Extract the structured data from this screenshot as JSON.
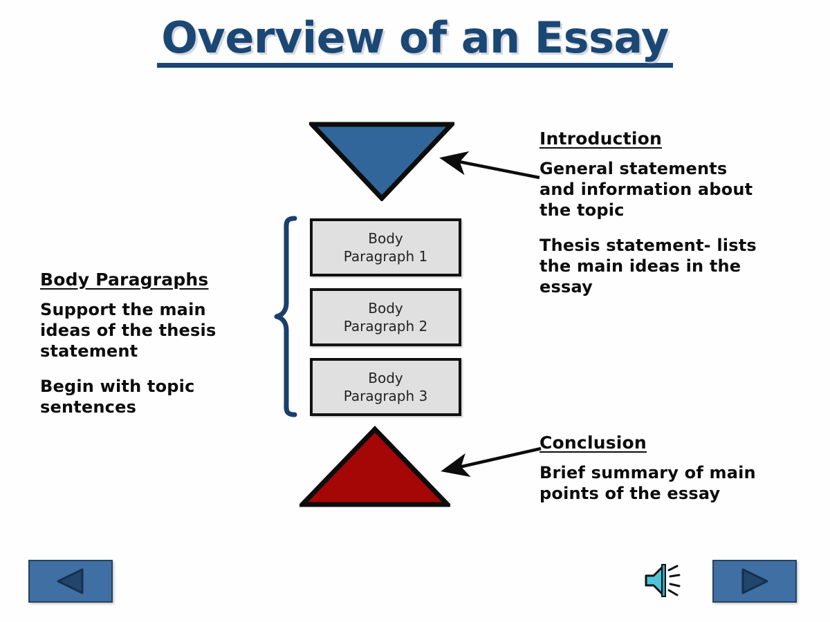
{
  "slide": {
    "title": "Overview of an Essay",
    "background_color": "#fefefe",
    "title_color": "#1b4775"
  },
  "diagram": {
    "intro_shape": {
      "name": "inverted-triangle",
      "fill": "#31669b",
      "stroke": "#0d0d0d",
      "label": "Introduction"
    },
    "conclusion_shape": {
      "name": "triangle",
      "fill": "#a50606",
      "stroke": "#0d0d0d",
      "label": "Conclusion"
    },
    "brace_color": "#1b3f6b",
    "body_boxes": [
      {
        "line1": "Body",
        "line2": "Paragraph 1"
      },
      {
        "line1": "Body",
        "line2": "Paragraph 2"
      },
      {
        "line1": "Body",
        "line2": "Paragraph 3"
      }
    ],
    "box_fill": "#e0e0e0",
    "box_border": "#111111"
  },
  "intro": {
    "heading": "Introduction",
    "paragraph1": "General statements and information about the topic",
    "paragraph2": "Thesis statement- lists the main ideas in the essay"
  },
  "body": {
    "heading": "Body Paragraphs",
    "paragraph1": "Support the main ideas of the thesis statement",
    "paragraph2": "Begin with topic sentences"
  },
  "conclusion": {
    "heading": "Conclusion",
    "paragraph1": "Brief summary of main points of the essay"
  },
  "controls": {
    "prev_label": "Previous slide",
    "next_label": "Next slide",
    "speaker_label": "Play sound",
    "button_fill": "#3f6fa3",
    "button_glyph_color": "#1d3b5c",
    "speaker_color": "#4fc3d8"
  }
}
